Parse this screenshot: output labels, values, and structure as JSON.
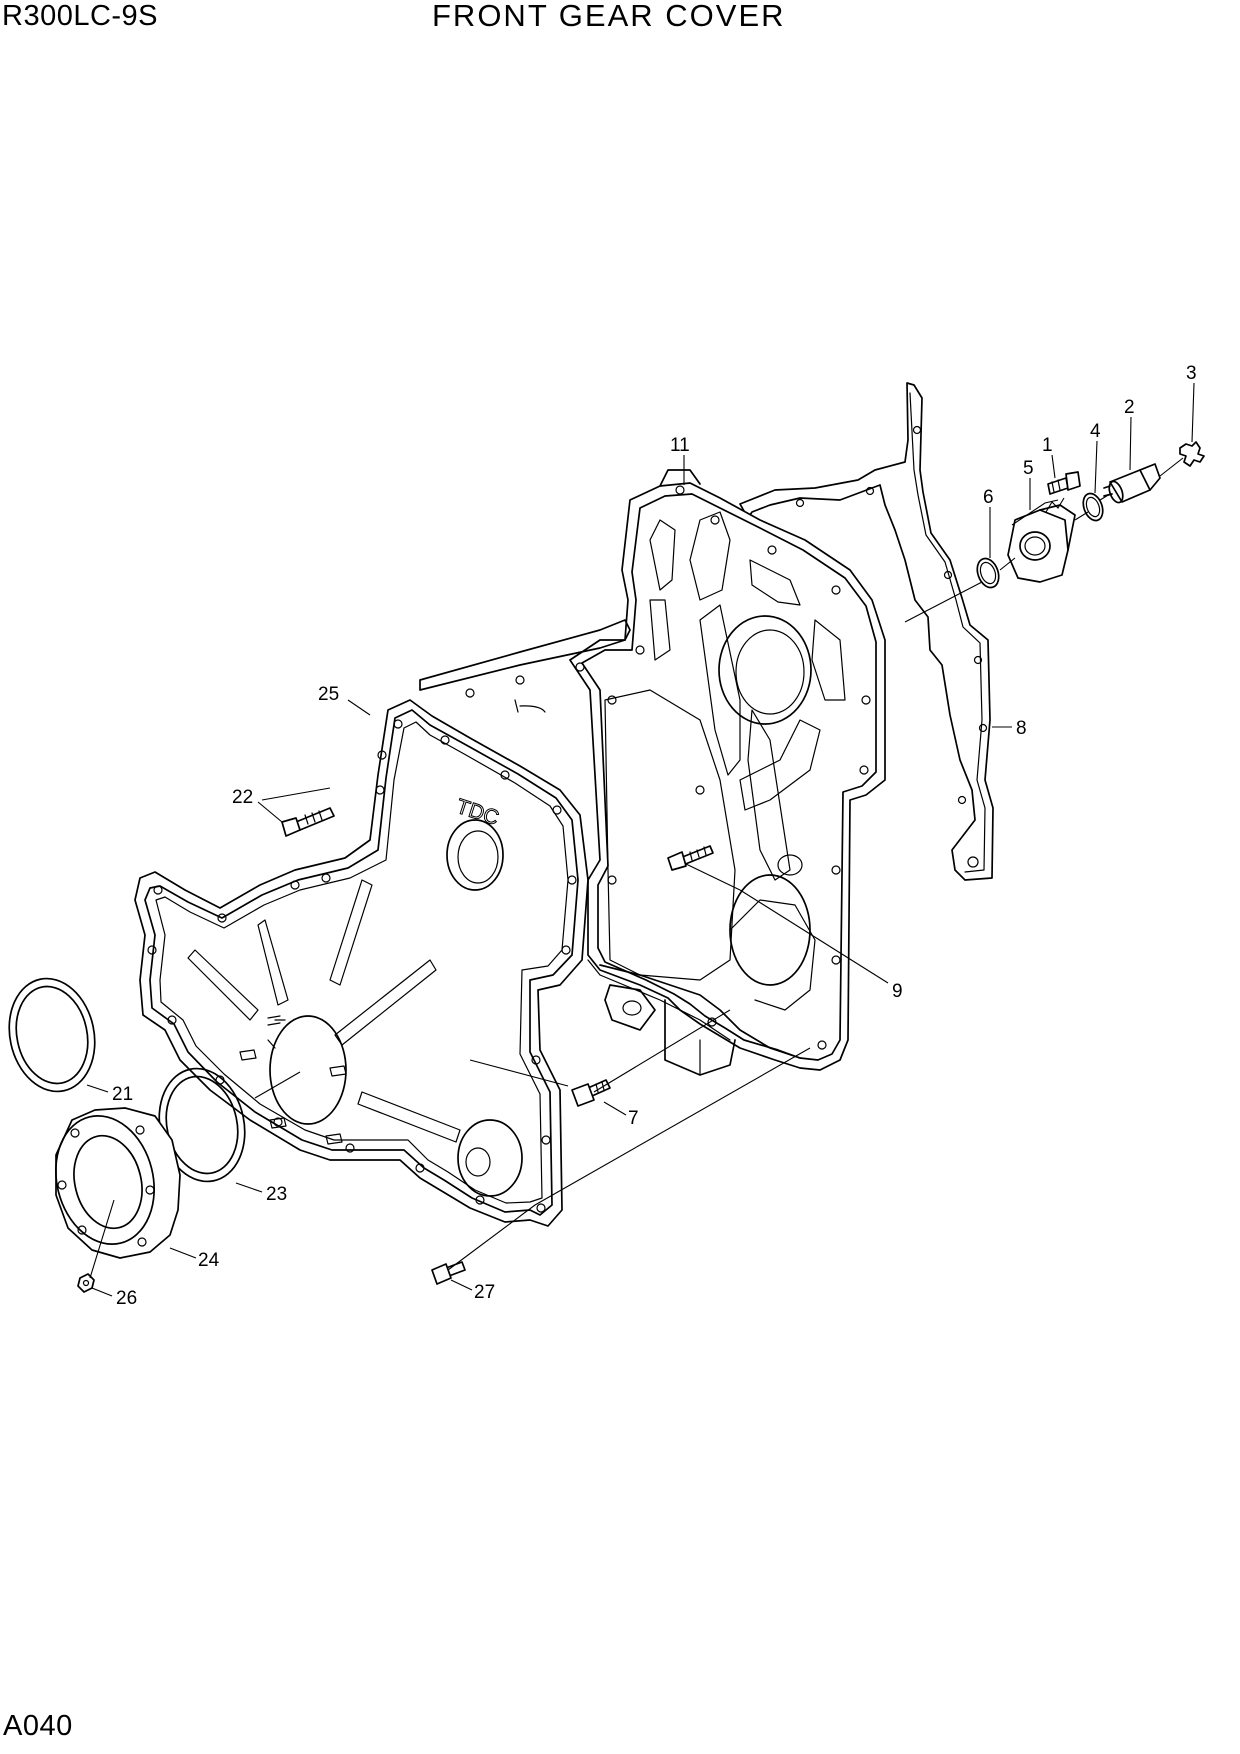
{
  "header": {
    "model": "R300LC-9S",
    "title": "FRONT GEAR COVER"
  },
  "footer": {
    "page_code": "A040"
  },
  "diagram": {
    "embossed_text": "TDC",
    "callouts": [
      "1",
      "2",
      "3",
      "4",
      "5",
      "6",
      "7",
      "8",
      "9",
      "11",
      "21",
      "22",
      "23",
      "24",
      "25",
      "26",
      "27"
    ]
  }
}
